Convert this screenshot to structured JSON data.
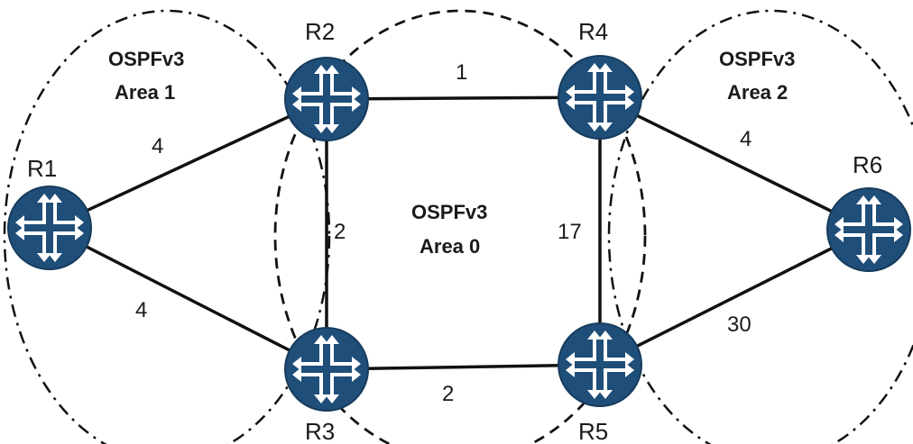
{
  "areas": {
    "area1": {
      "line1": "OSPFv3",
      "line2": "Area 1"
    },
    "area0": {
      "line1": "OSPFv3",
      "line2": "Area 0"
    },
    "area2": {
      "line1": "OSPFv3",
      "line2": "Area 2"
    }
  },
  "routers": {
    "r1": {
      "label": "R1"
    },
    "r2": {
      "label": "R2"
    },
    "r3": {
      "label": "R3"
    },
    "r4": {
      "label": "R4"
    },
    "r5": {
      "label": "R5"
    },
    "r6": {
      "label": "R6"
    }
  },
  "links": {
    "r1_r2": {
      "cost": "4"
    },
    "r1_r3": {
      "cost": "4"
    },
    "r2_r4": {
      "cost": "1"
    },
    "r2_r3": {
      "cost": "2"
    },
    "r4_r5": {
      "cost": "17"
    },
    "r3_r5": {
      "cost": "2"
    },
    "r4_r6": {
      "cost": "4"
    },
    "r5_r6": {
      "cost": "30"
    }
  },
  "colors": {
    "router_fill": "#1f4e79",
    "router_icon": "#ffffff",
    "line": "#111111"
  },
  "icon": "router-icon"
}
